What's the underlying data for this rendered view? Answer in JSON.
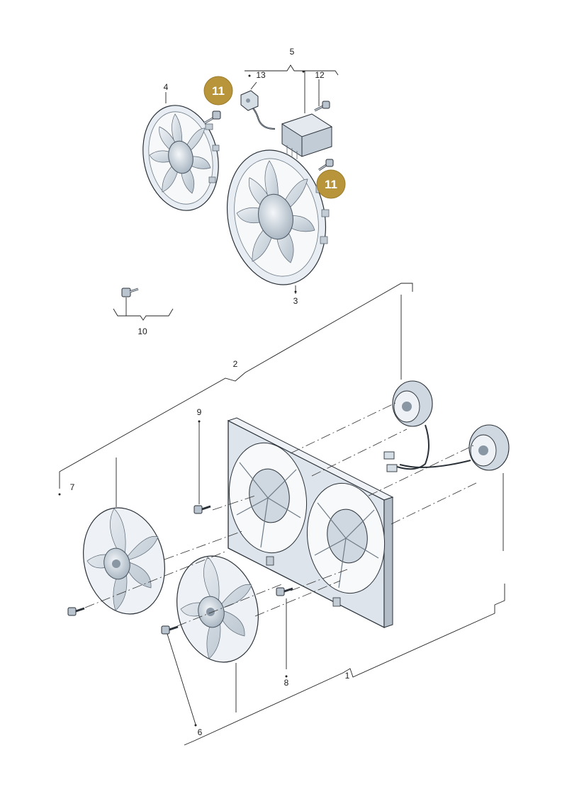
{
  "diagram": {
    "callouts": [
      {
        "id": "c1",
        "label": "1"
      },
      {
        "id": "c2",
        "label": "2"
      },
      {
        "id": "c3",
        "label": "3"
      },
      {
        "id": "c4",
        "label": "4"
      },
      {
        "id": "c5",
        "label": "5"
      },
      {
        "id": "c6",
        "label": "6"
      },
      {
        "id": "c7",
        "label": "7"
      },
      {
        "id": "c8",
        "label": "8"
      },
      {
        "id": "c9",
        "label": "9"
      },
      {
        "id": "c10",
        "label": "10"
      },
      {
        "id": "c12",
        "label": "12"
      },
      {
        "id": "c13",
        "label": "13"
      }
    ],
    "highlight_badges": [
      {
        "id": "b11a",
        "label": "11"
      },
      {
        "id": "b11b",
        "label": "11"
      }
    ],
    "colors": {
      "badge": "#b8953a",
      "part_fill": "#dfe6ee",
      "part_shade": "#b9c4cf",
      "part_dark": "#8996a3",
      "line": "#222222"
    }
  }
}
